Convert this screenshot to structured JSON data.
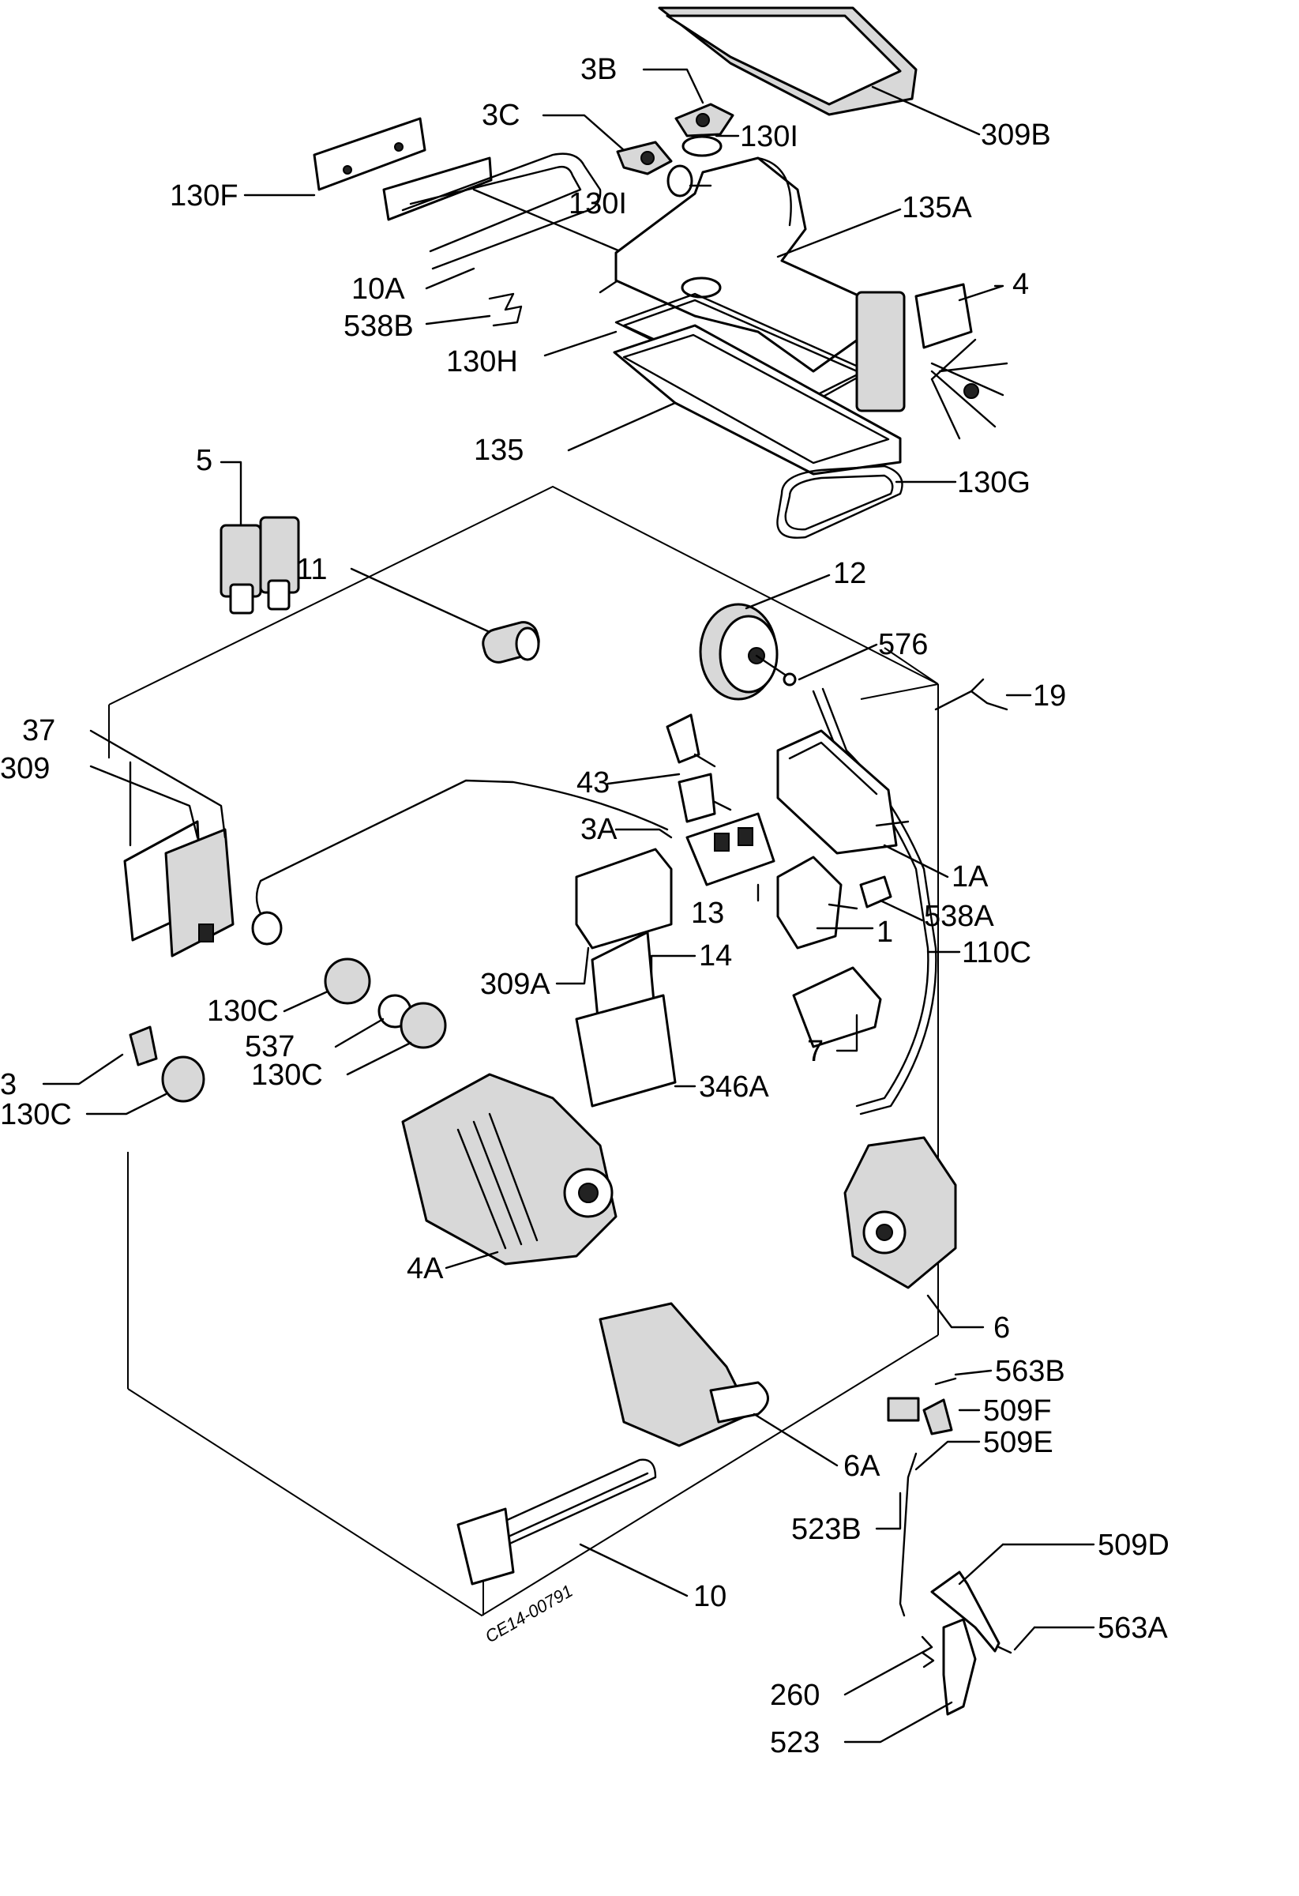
{
  "labels": {
    "l309b": "309B",
    "l3b": "3B",
    "l3c": "3C",
    "l130i_a": "130I",
    "l130i_b": "130I",
    "l130f": "130F",
    "l135a": "135A",
    "l10a": "10A",
    "l4": "4",
    "l538b": "538B",
    "l130h": "130H",
    "l135": "135",
    "l130g": "130G",
    "l5": "5",
    "l11": "11",
    "l12": "12",
    "l576": "576",
    "l19": "19",
    "l37": "37",
    "l309": "309",
    "l43": "43",
    "l3a": "3A",
    "l1a": "1A",
    "l13": "13",
    "l538a": "538A",
    "l1": "1",
    "l110c": "110C",
    "l14": "14",
    "l309a": "309A",
    "l130c_a": "130C",
    "l537": "537",
    "l130c_b": "130C",
    "l7": "7",
    "l3": "3",
    "l130c_c": "130C",
    "l346a": "346A",
    "l4a": "4A",
    "l6": "6",
    "l563b": "563B",
    "l509f": "509F",
    "l509e": "509E",
    "l6a": "6A",
    "l523b": "523B",
    "l509d": "509D",
    "l10": "10",
    "l563a": "563A",
    "l260": "260",
    "l523": "523"
  },
  "drawing_code": "CE14-00791"
}
